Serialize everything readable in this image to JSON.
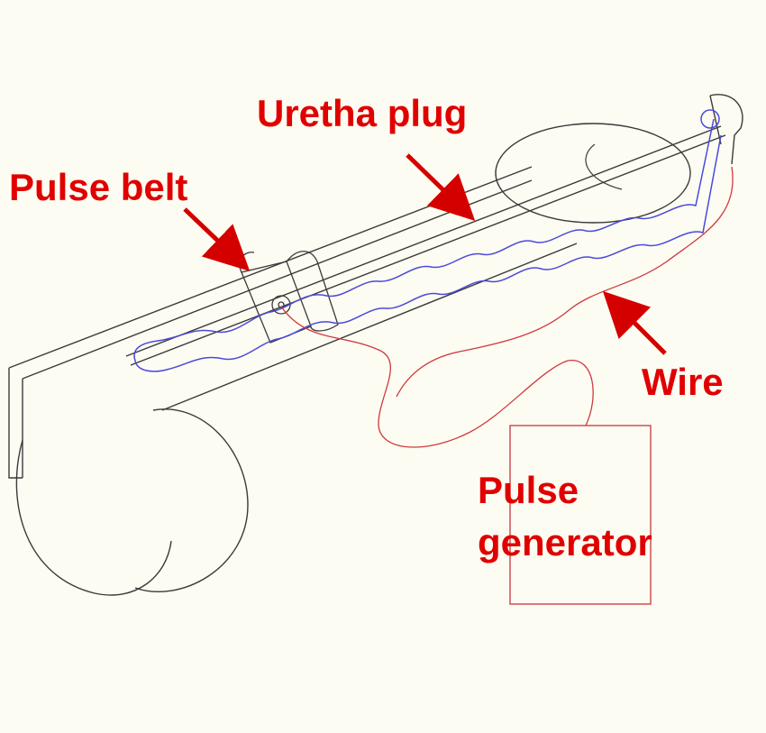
{
  "labels": {
    "urethra_plug": "Uretha plug",
    "pulse_belt": "Pulse belt",
    "wire": "Wire",
    "pulse_generator_line1": "Pulse",
    "pulse_generator_line2": "generator"
  },
  "colors": {
    "background": "#fdfcf2",
    "outline": "#3a3a3a",
    "label_text": "#e00000",
    "arrow": "#d40000",
    "plug": "#4a4adc",
    "wire": "#d0383f",
    "generator_box": "#c8444a"
  }
}
